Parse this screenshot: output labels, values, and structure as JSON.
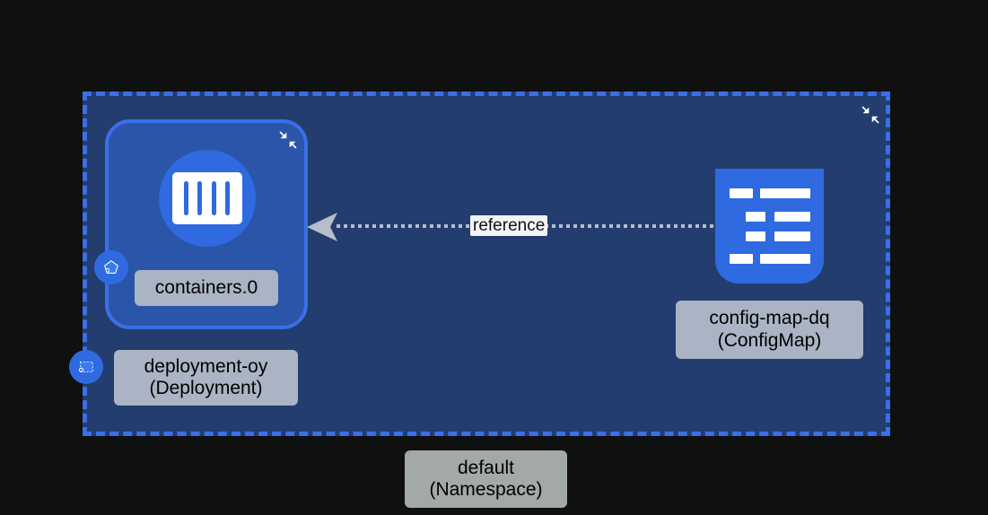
{
  "diagram": {
    "type": "kubernetes-resource-graph",
    "background_color": "#101010",
    "namespace": {
      "name": "default",
      "kind": "(Namespace)",
      "panel_color": "#223d6e",
      "border_color": "#3b6fe8",
      "collapse_icon": "collapse-arrows-icon"
    },
    "nodes": [
      {
        "id": "deployment",
        "name": "deployment-oy",
        "kind": "(Deployment)",
        "icon": "deployment-dashed-square-icon",
        "group_fill": "#2b55a8",
        "group_border": "#3b6fe8",
        "collapse_icon": "collapse-arrows-icon",
        "label_bg": "#aab4c4"
      },
      {
        "id": "containers",
        "name": "containers.0",
        "kind": "",
        "icon": "container-pentagon-icon",
        "glyph": "container-bars-icon",
        "label_bg": "#aab4c4",
        "icon_color": "#2f6ae0"
      },
      {
        "id": "configmap",
        "name": "config-map-dq",
        "kind": "(ConfigMap)",
        "icon": "configmap-list-icon",
        "label_bg": "#aab4c4",
        "icon_color": "#2f6ae0"
      }
    ],
    "edges": [
      {
        "id": "edge-reference",
        "label": "reference",
        "from": "configmap",
        "to": "containers",
        "style": "dotted",
        "color": "#b6bdcb",
        "arrowhead": "left-arrow-icon"
      }
    ]
  }
}
